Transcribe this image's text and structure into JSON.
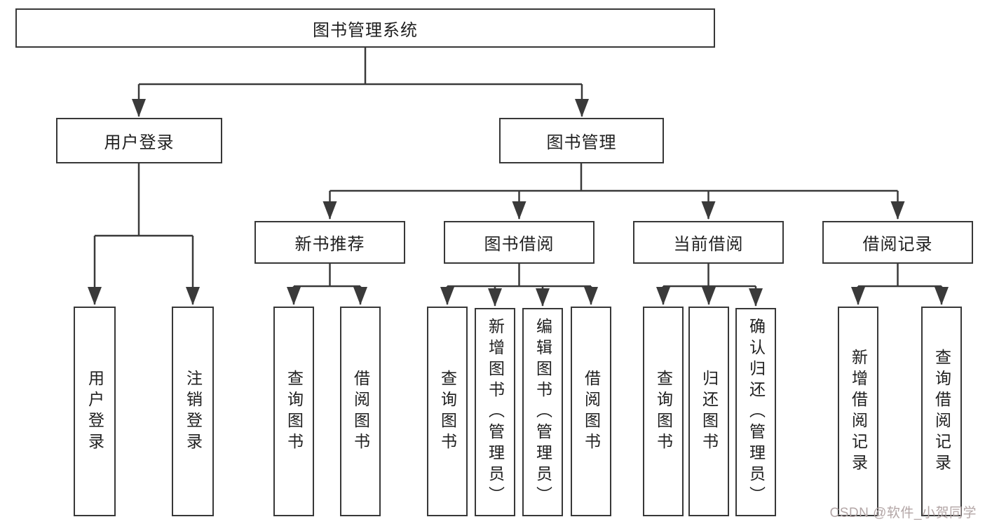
{
  "tree": {
    "root": {
      "label": "图书管理系统",
      "children": [
        {
          "label": "用户登录",
          "children": [
            {
              "label": "用户登录"
            },
            {
              "label": "注销登录"
            }
          ]
        },
        {
          "label": "图书管理",
          "children": [
            {
              "label": "新书推荐",
              "children": [
                {
                  "label": "查询图书"
                },
                {
                  "label": "借阅图书"
                }
              ]
            },
            {
              "label": "图书借阅",
              "children": [
                {
                  "label": "查询图书"
                },
                {
                  "label": "新增图书（管理员）"
                },
                {
                  "label": "编辑图书（管理员）"
                },
                {
                  "label": "借阅图书"
                }
              ]
            },
            {
              "label": "当前借阅",
              "children": [
                {
                  "label": "查询图书"
                },
                {
                  "label": "归还图书"
                },
                {
                  "label": "确认归还（管理员）"
                }
              ]
            },
            {
              "label": "借阅记录",
              "children": [
                {
                  "label": "新增借阅记录"
                },
                {
                  "label": "查询借阅记录"
                }
              ]
            }
          ]
        }
      ]
    }
  },
  "watermark": {
    "text": "CSDN @软件_小贺同学",
    "color": "#b3a6a6"
  },
  "colors": {
    "line": "#3a3a3a",
    "box_border": "#383838",
    "text": "#1f1f1f",
    "background": "#ffffff"
  }
}
